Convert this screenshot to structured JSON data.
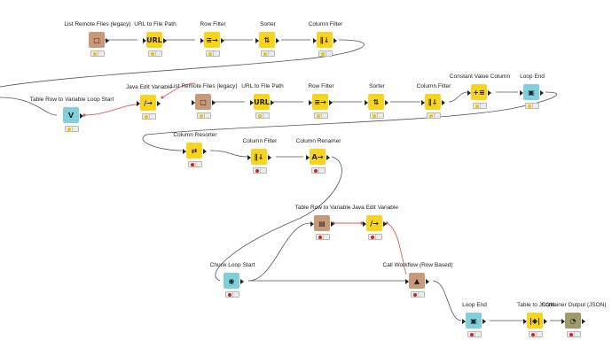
{
  "workflow": {
    "nodes": [
      {
        "id": "n1",
        "label": "List Remote Files (legacy)",
        "icon": "reader-icon",
        "glyph": "□",
        "color": "reader",
        "status": "yellow"
      },
      {
        "id": "n2",
        "label": "URL to File Path",
        "icon": "url-path-icon",
        "glyph": "URL",
        "color": "manip",
        "status": "yellow"
      },
      {
        "id": "n3",
        "label": "Row Filter",
        "icon": "row-filter-icon",
        "glyph": "≡→",
        "color": "manip",
        "status": "yellow"
      },
      {
        "id": "n4",
        "label": "Sorter",
        "icon": "sorter-icon",
        "glyph": "⇅",
        "color": "manip",
        "status": "yellow"
      },
      {
        "id": "n5",
        "label": "Column Filter",
        "icon": "column-filter-icon",
        "glyph": "∥↓",
        "color": "manip",
        "status": "yellow"
      },
      {
        "id": "n6",
        "label": "Table Row to Variable Loop Start",
        "icon": "loop-start-icon",
        "glyph": "V",
        "color": "loop",
        "status": "yellow"
      },
      {
        "id": "n7",
        "label": "Java Edit Variable",
        "icon": "java-icon",
        "glyph": "∕→",
        "color": "manip",
        "status": "yellow"
      },
      {
        "id": "n8",
        "label": "List Remote Files (legacy)",
        "icon": "reader-icon",
        "glyph": "□",
        "color": "reader",
        "status": "yellow"
      },
      {
        "id": "n9",
        "label": "URL to File Path",
        "icon": "url-path-icon",
        "glyph": "URL",
        "color": "manip",
        "status": "yellow"
      },
      {
        "id": "n10",
        "label": "Row Filter",
        "icon": "row-filter-icon",
        "glyph": "≡→",
        "color": "manip",
        "status": "yellow"
      },
      {
        "id": "n11",
        "label": "Sorter",
        "icon": "sorter-icon",
        "glyph": "⇅",
        "color": "manip",
        "status": "yellow"
      },
      {
        "id": "n12",
        "label": "Column Filter",
        "icon": "column-filter-icon",
        "glyph": "∥↓",
        "color": "manip",
        "status": "yellow"
      },
      {
        "id": "n13",
        "label": "Constant Value Column",
        "icon": "constant-column-icon",
        "glyph": "+≡",
        "color": "manip",
        "status": "yellow"
      },
      {
        "id": "n14",
        "label": "Loop End",
        "icon": "loop-end-icon",
        "glyph": "▣",
        "color": "loop",
        "status": "yellow"
      },
      {
        "id": "n15",
        "label": "Column Resorter",
        "icon": "column-resorter-icon",
        "glyph": "⇄",
        "color": "manip",
        "status": "red"
      },
      {
        "id": "n16",
        "label": "Column Filter",
        "icon": "column-filter-icon",
        "glyph": "∥↓",
        "color": "manip",
        "status": "red"
      },
      {
        "id": "n17",
        "label": "Column Renamer",
        "icon": "column-renamer-icon",
        "glyph": "A→",
        "color": "manip",
        "status": "red"
      },
      {
        "id": "n18",
        "label": "Table Row to Variable",
        "icon": "table-to-variable-icon",
        "glyph": "▤",
        "color": "reader",
        "status": "red"
      },
      {
        "id": "n19",
        "label": "Java Edit Variable",
        "icon": "java-icon",
        "glyph": "∕→",
        "color": "manip",
        "status": "red"
      },
      {
        "id": "n20",
        "label": "Chunk Loop Start",
        "icon": "chunk-loop-icon",
        "glyph": "◉",
        "color": "loop",
        "status": "red"
      },
      {
        "id": "n21",
        "label": "Call Workflow (Row Based)",
        "icon": "call-workflow-icon",
        "glyph": "▲",
        "color": "reader",
        "status": "red"
      },
      {
        "id": "n22",
        "label": "Loop End",
        "icon": "loop-end-icon",
        "glyph": "▣",
        "color": "loop",
        "status": "red"
      },
      {
        "id": "n23",
        "label": "Table to JSON",
        "icon": "table-to-json-icon",
        "glyph": "|◆|",
        "color": "manip",
        "status": "red"
      },
      {
        "id": "n24",
        "label": "Container Output (JSON)",
        "icon": "container-output-icon",
        "glyph": "◔",
        "color": "dark",
        "status": "red"
      }
    ]
  }
}
